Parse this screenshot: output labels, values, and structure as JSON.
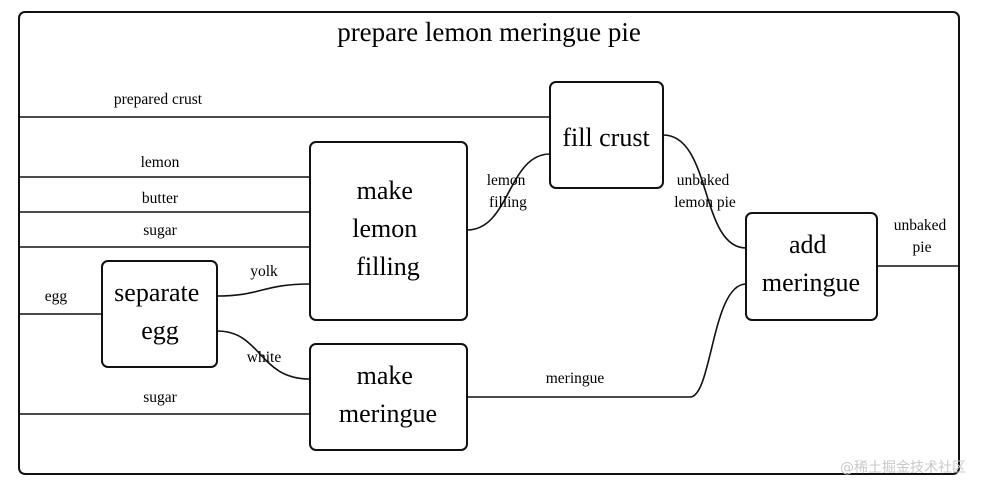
{
  "diagram": {
    "title": "prepare lemon meringue pie",
    "nodes": {
      "fill_crust": [
        "fill crust"
      ],
      "make_lemon_filling": [
        "make",
        "lemon",
        "filling"
      ],
      "separate_egg": [
        "separate",
        "egg"
      ],
      "make_meringue": [
        "make",
        "meringue"
      ],
      "add_meringue": [
        "add",
        "meringue"
      ]
    },
    "wire_labels": {
      "prepared_crust": [
        "prepared crust"
      ],
      "lemon": [
        "lemon"
      ],
      "butter": [
        "butter"
      ],
      "sugar_filling": [
        "sugar"
      ],
      "egg": [
        "egg"
      ],
      "yolk": [
        "yolk"
      ],
      "white": [
        "white"
      ],
      "sugar_meringue": [
        "sugar"
      ],
      "lemon_filling": [
        "lemon",
        "filling"
      ],
      "unbaked_lemon_pie": [
        "unbaked",
        "lemon pie"
      ],
      "meringue": [
        "meringue"
      ],
      "unbaked_pie": [
        "unbaked",
        "pie"
      ]
    }
  },
  "watermark": "@稀土掘金技术社区"
}
